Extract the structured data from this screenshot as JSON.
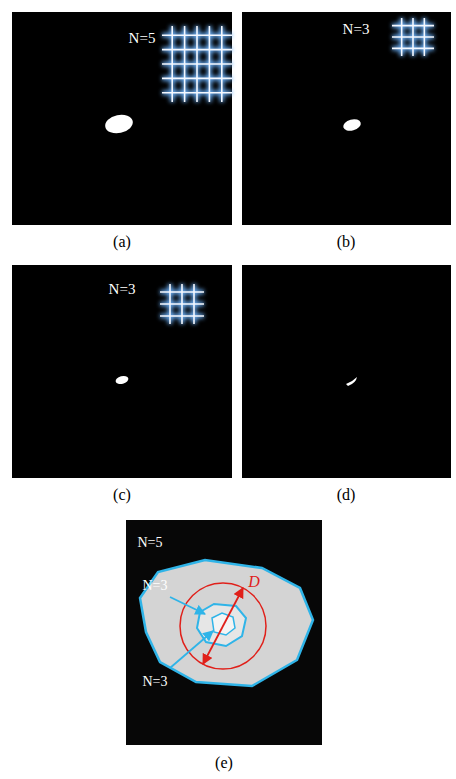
{
  "diagram": {
    "labels": [
      "N=5",
      "N=3",
      "(a)",
      "(b)",
      "N=3",
      "(c)",
      "(d)",
      "N=5",
      "N=3",
      "D",
      "N=3",
      "(e)"
    ]
  }
}
